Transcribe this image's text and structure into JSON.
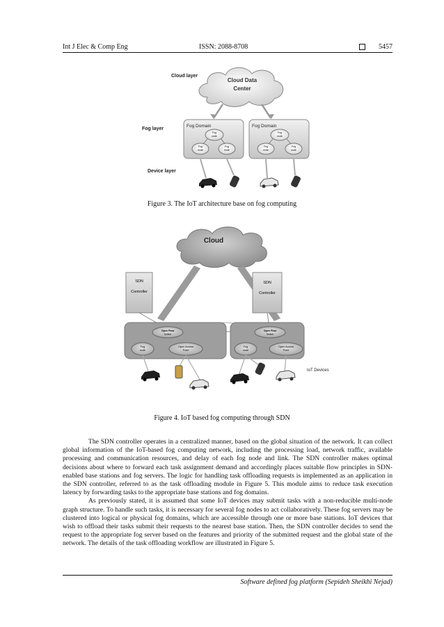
{
  "header": {
    "journal": "Int J Elec & Comp Eng",
    "issn": "ISSN: 2088-8708",
    "page_number": "5457"
  },
  "figure3": {
    "caption": "Figure 3. The IoT architecture base on fog computing",
    "cloud_layer_label": "Cloud layer",
    "cloud_label_line1": "Cloud Data",
    "cloud_label_line2": "Center",
    "fog_layer_label": "Fog layer",
    "device_layer_label": "Device layer",
    "fog_domain_label": "Fog Domain",
    "fog_node_line1": "Fog",
    "fog_node_line2": "node"
  },
  "figure4": {
    "caption": "Figure 4. IoT based fog computing through SDN",
    "cloud_label": "Cloud",
    "sdn_line1": "SDN",
    "sdn_line2": "Controller",
    "switch_line1": "Open Flow",
    "switch_line2": "Switch",
    "fog_node_line1": "Fog",
    "fog_node_line2": "node",
    "access_point_line1": "Open Access",
    "access_point_line2": "Point",
    "iot_devices_label": "IoT Devices"
  },
  "body": {
    "paragraph1": "The SDN controller operates in a centralized manner, based on the global situation of the network. It can collect global information of the IoT-based fog computing network, including the processing load, network traffic, available processing and communication resources, and delay of each fog node and link. The SDN controller makes optimal decisions about where to forward each task assignment demand and accordingly places suitable flow principles in SDN-enabled base stations and fog servers. The logic for handling task offloading requests is implemented as an application in the SDN controller, referred to as the task offloading module in Figure 5. This module aims to reduce task execution latency by forwarding tasks to the appropriate base stations and fog domains.",
    "paragraph2": "As previously stated, it is assumed that some IoT devices may submit tasks with a non-reducible multi-node graph structure. To handle such tasks, it is necessary for several fog nodes to act collaboratively. These fog servers may be clustered into logical or physical fog domains, which are accessible through one or more base stations. IoT devices that wish to offload their tasks submit their requests to the nearest base station. Then, the SDN controller decides to send the request to the appropriate fog server based on the features and priority of the submitted request and the global state of the network. The details of the task offloading workflow are illustrated in Figure 5."
  },
  "footer": {
    "text": "Software defined fog platform (Sepideh Sheikhi Nejad)"
  }
}
